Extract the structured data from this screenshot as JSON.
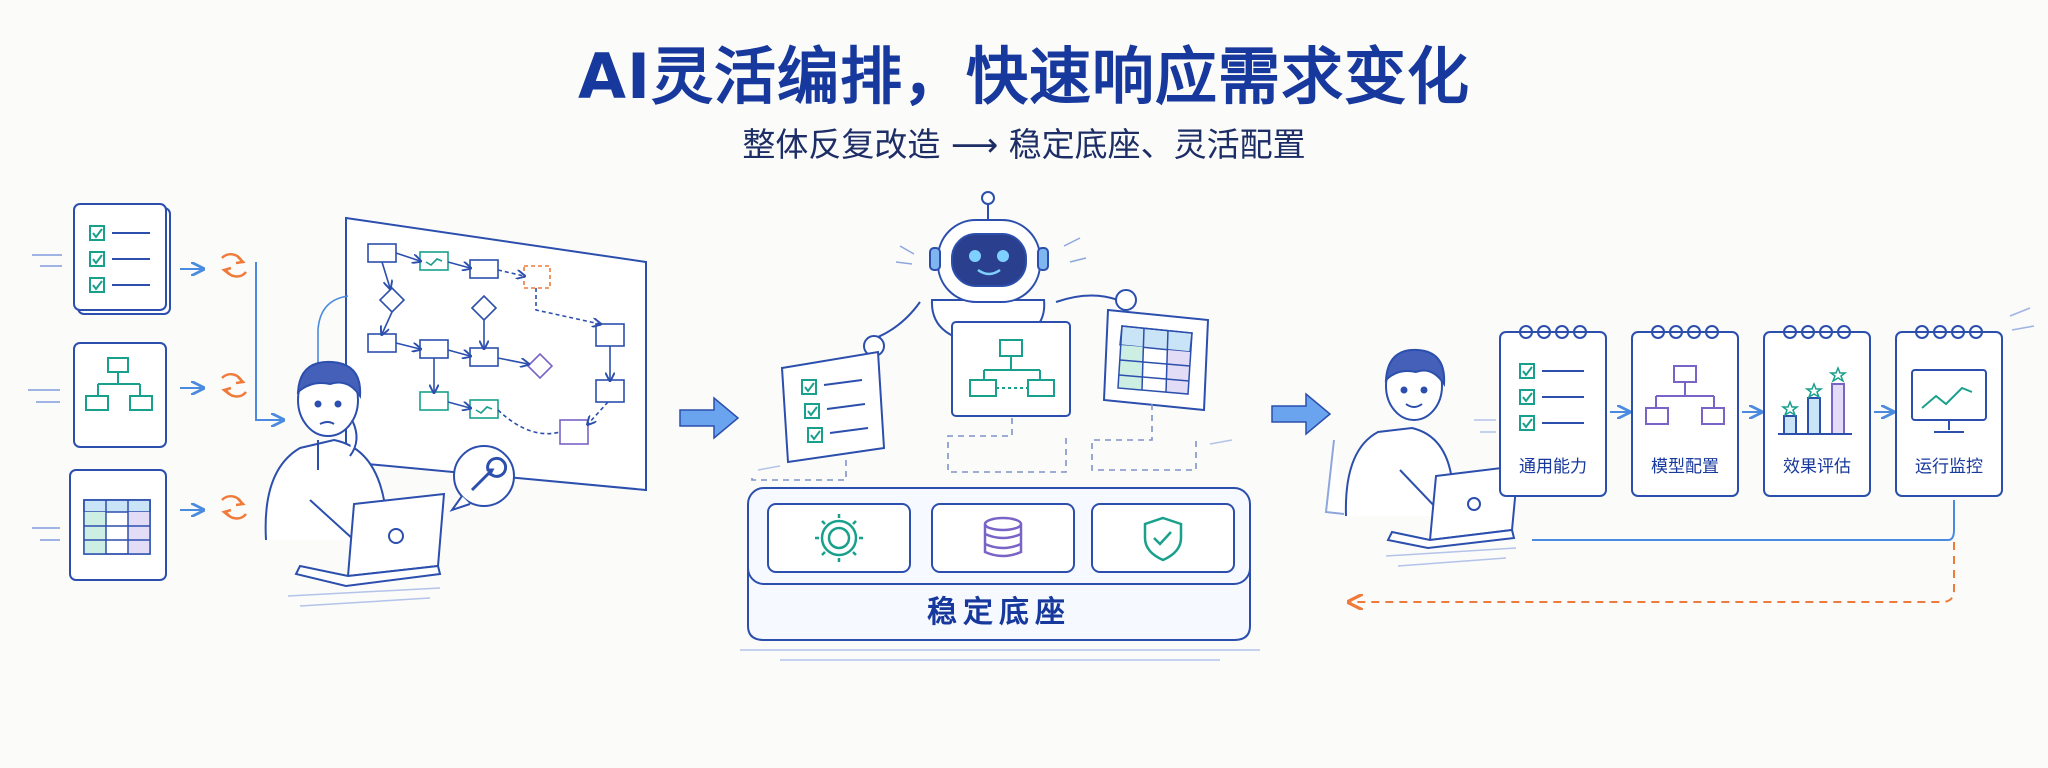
{
  "header": {
    "title": "AI灵活编排，快速响应需求变化",
    "subtitle": "整体反复改造 ⟶ 稳定底座、灵活配置"
  },
  "base": {
    "label": "稳定底座"
  },
  "pipeline": {
    "cards": [
      {
        "label": "通用能力",
        "icon": "checklist-icon"
      },
      {
        "label": "模型配置",
        "icon": "hierarchy-icon"
      },
      {
        "label": "效果评估",
        "icon": "bar-chart-stars-icon"
      },
      {
        "label": "运行监控",
        "icon": "monitor-chart-icon"
      }
    ]
  },
  "colors": {
    "title": "#17389c",
    "line": "#2c4fae",
    "teal": "#19a08c",
    "purple": "#7a63c6",
    "orange": "#f07a3a",
    "arrow": "#4a8be0"
  }
}
